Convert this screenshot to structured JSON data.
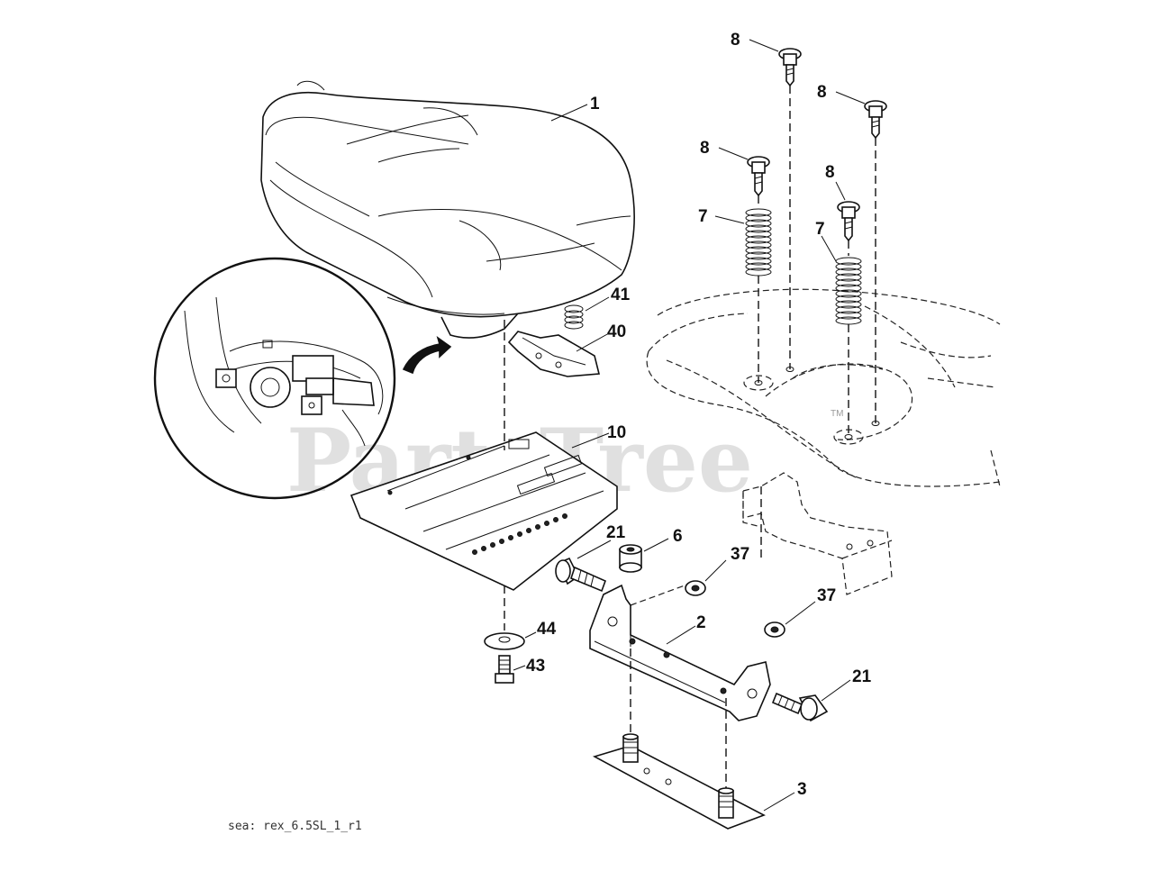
{
  "diagram": {
    "watermark": "PartsTree",
    "trademark": "TM",
    "drawing_code": "sea: rex_6.5SL_1_r1",
    "callouts": [
      {
        "id": "c1",
        "label": "1"
      },
      {
        "id": "c8a",
        "label": "8"
      },
      {
        "id": "c8b",
        "label": "8"
      },
      {
        "id": "c8c",
        "label": "8"
      },
      {
        "id": "c8d",
        "label": "8"
      },
      {
        "id": "c7a",
        "label": "7"
      },
      {
        "id": "c7b",
        "label": "7"
      },
      {
        "id": "c41",
        "label": "41"
      },
      {
        "id": "c40",
        "label": "40"
      },
      {
        "id": "c10",
        "label": "10"
      },
      {
        "id": "c21a",
        "label": "21"
      },
      {
        "id": "c6",
        "label": "6"
      },
      {
        "id": "c37a",
        "label": "37"
      },
      {
        "id": "c37b",
        "label": "37"
      },
      {
        "id": "c2",
        "label": "2"
      },
      {
        "id": "c44",
        "label": "44"
      },
      {
        "id": "c43",
        "label": "43"
      },
      {
        "id": "c21b",
        "label": "21"
      },
      {
        "id": "c3",
        "label": "3"
      }
    ]
  }
}
